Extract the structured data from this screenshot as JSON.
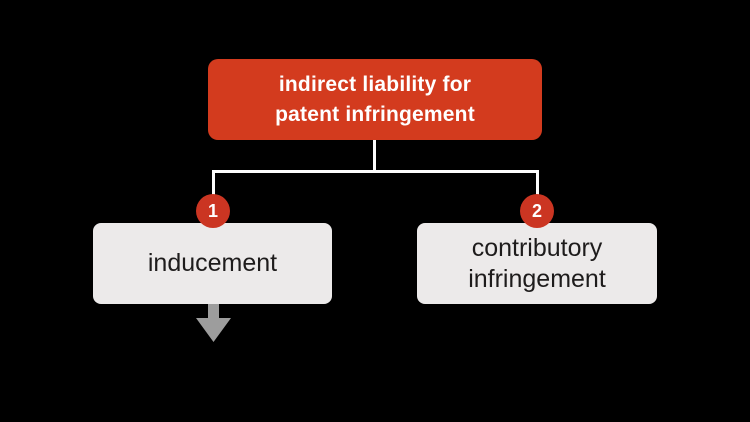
{
  "diagram": {
    "root": {
      "label": "indirect liability for\npatent infringement"
    },
    "children": [
      {
        "badge": "1",
        "label": "inducement"
      },
      {
        "badge": "2",
        "label": "contributory infringement"
      }
    ],
    "colors": {
      "background": "#000000",
      "root_bg": "#d33b1e",
      "root_text": "#ffffff",
      "badge_bg": "#cb3522",
      "badge_text": "#ffffff",
      "child_bg": "#eceaea",
      "child_text": "#1e1c1c",
      "connector": "#fdfdfd",
      "arrow": "#9d9d9d"
    }
  }
}
